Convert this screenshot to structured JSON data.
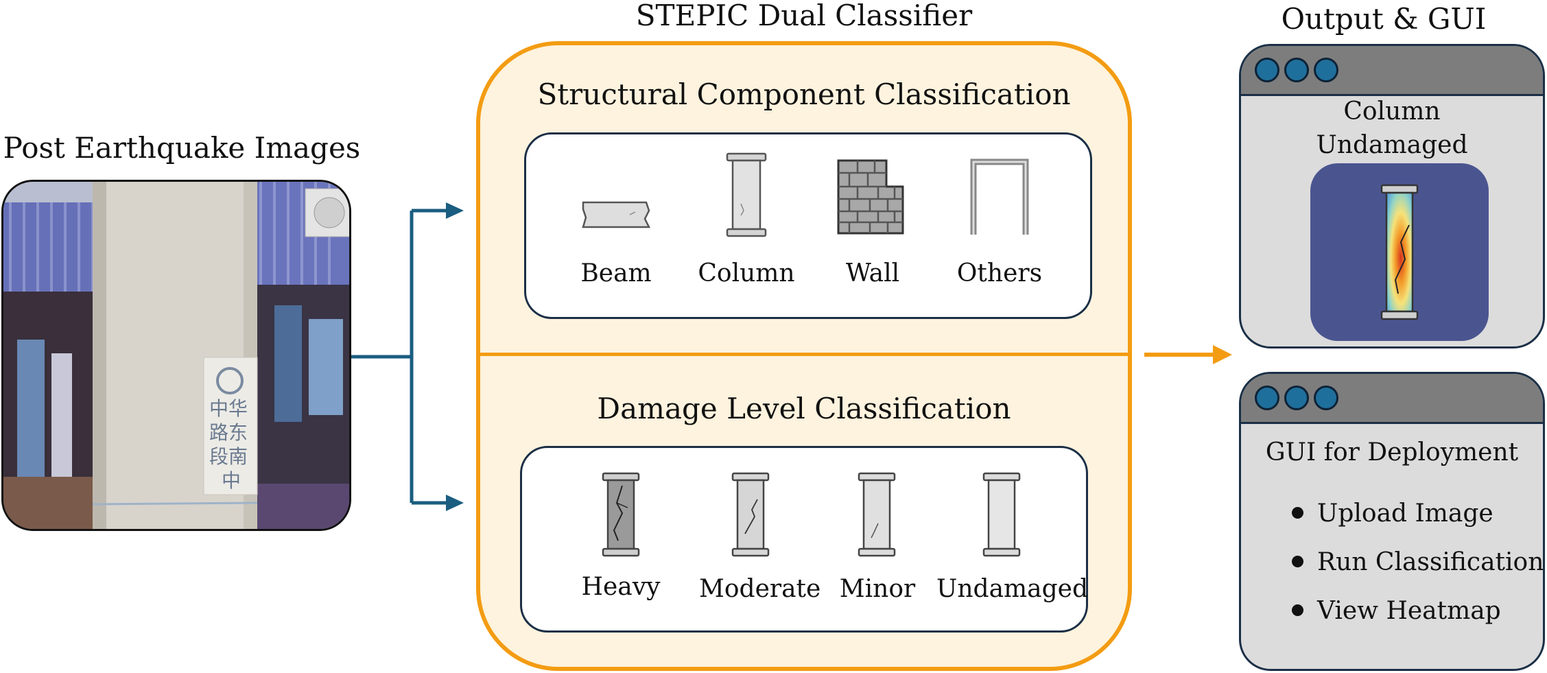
{
  "input": {
    "title": "Post Earthquake Images",
    "photo_sign_text": "中华\n路东\n段南\n中"
  },
  "classifier": {
    "title": "STEPIC Dual Classifier",
    "structural": {
      "title": "Structural Component Classification",
      "items": [
        {
          "label": "Beam",
          "icon": "beam-icon"
        },
        {
          "label": "Column",
          "icon": "column-icon"
        },
        {
          "label": "Wall",
          "icon": "brick-wall-icon"
        },
        {
          "label": "Others",
          "icon": "frame-icon"
        }
      ]
    },
    "damage": {
      "title": "Damage Level Classification",
      "items": [
        {
          "label": "Heavy",
          "icon": "heavy-damage-column-icon"
        },
        {
          "label": "Moderate",
          "icon": "moderate-damage-column-icon"
        },
        {
          "label": "Minor",
          "icon": "minor-damage-column-icon"
        },
        {
          "label": "Undamaged",
          "icon": "undamaged-column-icon"
        }
      ]
    }
  },
  "output": {
    "title": "Output & GUI",
    "result_window": {
      "line1": "Column",
      "line2": "Undamaged",
      "icon": "heatmap-column-icon"
    },
    "gui_window": {
      "title": "GUI for Deployment",
      "bullets": [
        "Upload Image",
        "Run Classification",
        "View Heatmap"
      ]
    }
  },
  "colors": {
    "accent_orange": "#f39c12",
    "panel_fill": "#fef3de",
    "arrow_blue": "#1a5d80",
    "window_gray": "#dcdcdc",
    "titlebar_gray": "#7d7d7d",
    "dot_blue": "#1f6f9c"
  }
}
